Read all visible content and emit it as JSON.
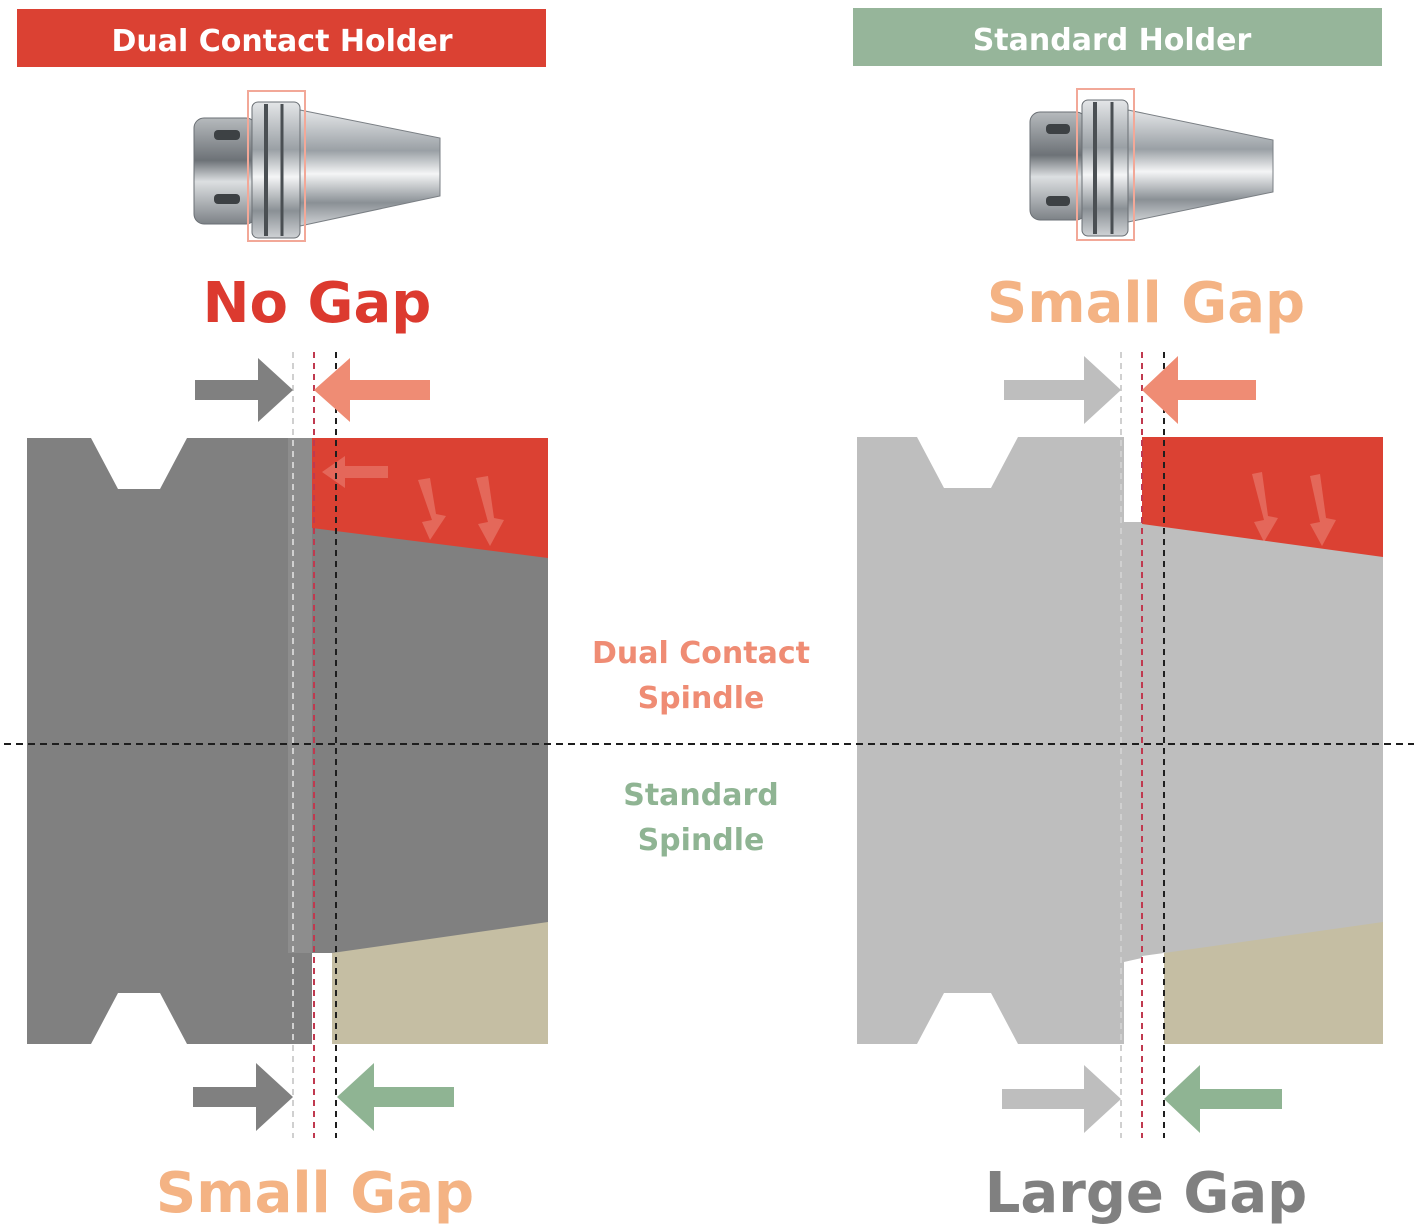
{
  "left": {
    "banner": "Dual Contact Holder",
    "top_gap": "No Gap",
    "bottom_gap": "Small Gap"
  },
  "right": {
    "banner": "Standard Holder",
    "top_gap": "Small Gap",
    "bottom_gap": "Large Gap"
  },
  "center": {
    "upper_line1": "Dual Contact",
    "upper_line2": "Spindle",
    "lower_line1": "Standard",
    "lower_line2": "Spindle"
  },
  "colors": {
    "dual_banner": "#db4133",
    "standard_banner": "#96b59a",
    "no_gap_text": "#dc3a2f",
    "small_gap_text": "#f4b384",
    "large_gap_text": "#808080",
    "dual_spindle_text": "#ef8c74",
    "standard_spindle_text": "#8fb493",
    "dark_holder": "#808080",
    "light_holder": "#bebebe",
    "red_face": "#db4133",
    "green_arrow": "#8fb493",
    "pink_arrow": "#ef8c74",
    "tan_spindle": "#c5bea3"
  }
}
